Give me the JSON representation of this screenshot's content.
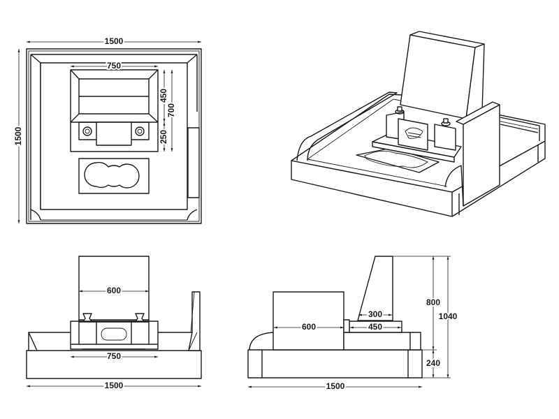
{
  "plan_view": {
    "width_label": "1500",
    "depth_label": "1500",
    "monument_width_label": "750",
    "monument_upper_depth_label": "450",
    "monument_total_depth_label": "700",
    "monument_lower_depth_label": "250"
  },
  "front_view": {
    "tablet_width_label": "600",
    "platform_width_label": "750",
    "base_width_label": "1500"
  },
  "side_view": {
    "block_width_label": "600",
    "stone_depth_label": "300",
    "platform_depth_label": "450",
    "stone_height_label": "800",
    "total_height_label": "1040",
    "base_height_label": "240",
    "base_width_label": "1500"
  },
  "colors": {
    "line": "#1a1a1a",
    "background": "#ffffff"
  }
}
